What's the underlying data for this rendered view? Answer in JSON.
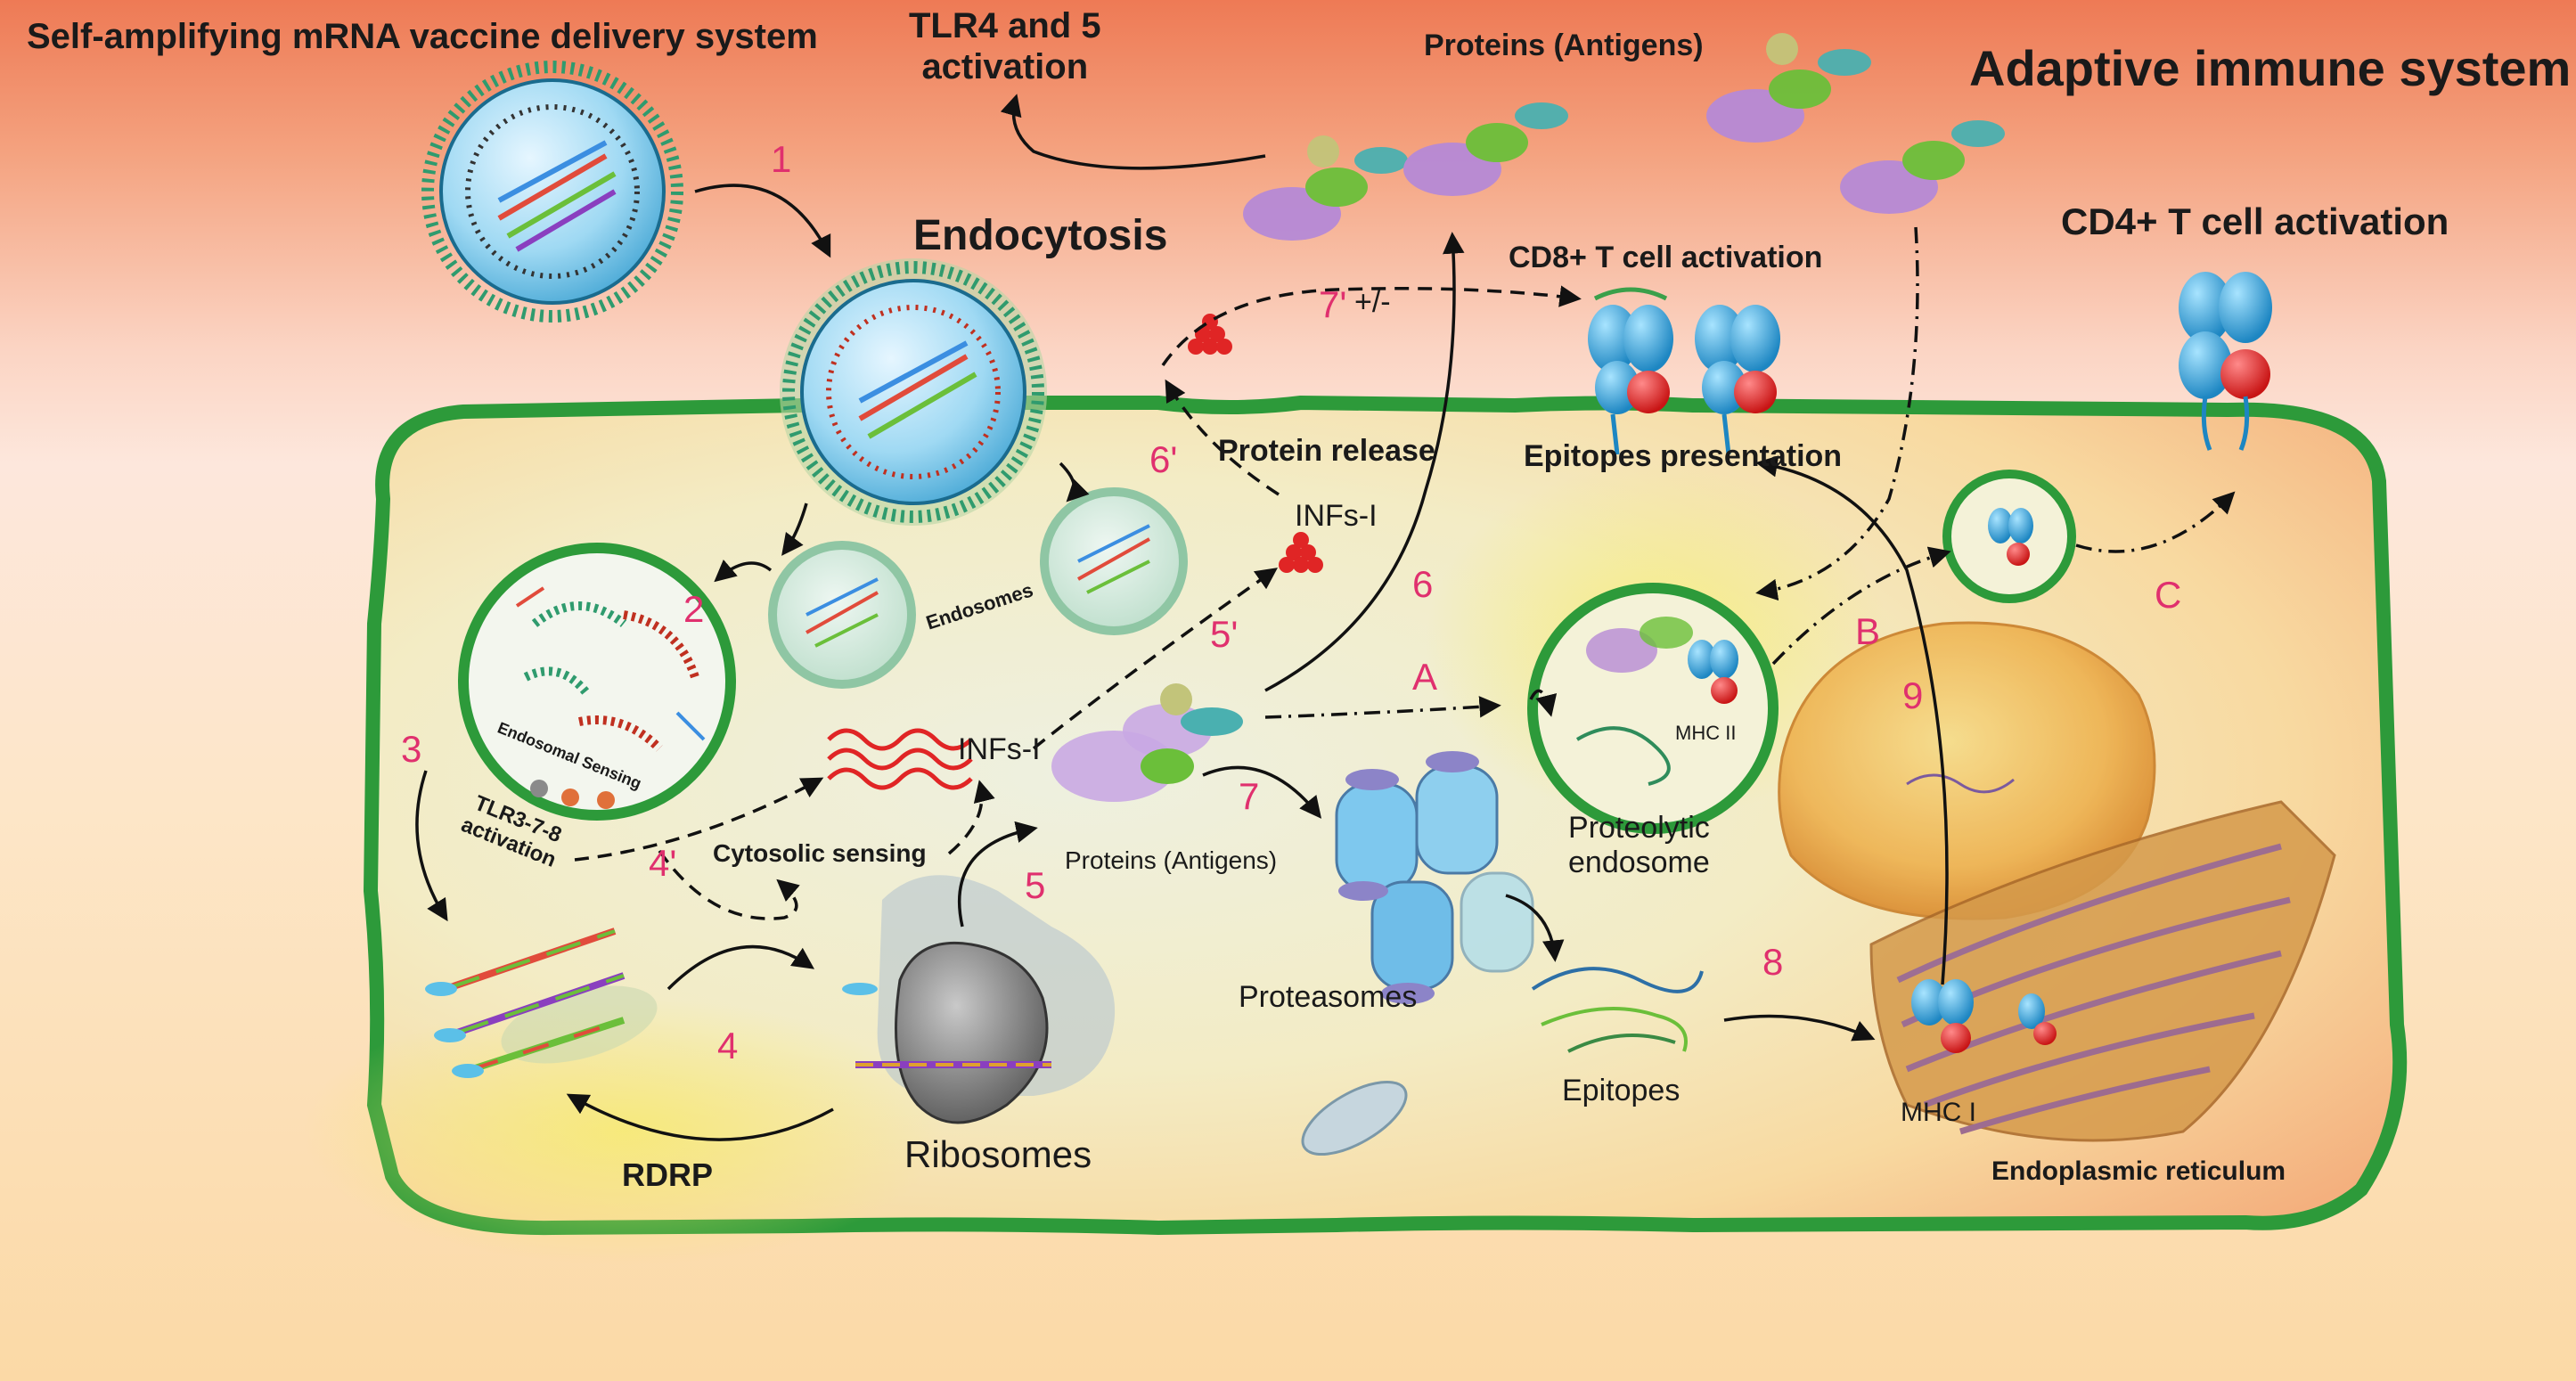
{
  "titles": {
    "system": "Self-amplifying  mRNA vaccine delivery system",
    "tlr45": "TLR4 and 5\nactivation",
    "proteins_top": "Proteins (Antigens)",
    "adaptive": "Adaptive immune system",
    "endocytosis": "Endocytosis",
    "cd8": "CD8+ T cell activation",
    "cd4": "CD4+ T cell activation"
  },
  "labels": {
    "protein_release": "Protein release",
    "epitopes_presentation": "Epitopes presentation",
    "infs_i_upper": "INFs-I",
    "infs_i_lower": "INFs-I",
    "endosomes": "Endosomes",
    "endosomal_sensing": "Endosomal Sensing",
    "tlr378": "TLR3-7-8\nactivation",
    "cytosolic_sensing": "Cytosolic sensing",
    "proteins_inner": "Proteins (Antigens)",
    "proteasomes": "Proteasomes",
    "epitopes": "Epitopes",
    "ribosomes": "Ribosomes",
    "rdrp": "RDRP",
    "proteolytic_endosome": "Proteolytic\nendosome",
    "mhc_ii": "MHC II",
    "mhc_i": "MHC I",
    "endoplasmic_reticulum": "Endoplasmic reticulum",
    "plus_minus": "+/-"
  },
  "steps": {
    "s1": "1",
    "s2": "2",
    "s3": "3",
    "s4": "4",
    "s4p": "4'",
    "s5": "5",
    "s5p": "5'",
    "s6": "6",
    "s6p": "6'",
    "s7": "7",
    "s7p": "7'",
    "s8": "8",
    "s9": "9",
    "sA": "A",
    "sB": "B",
    "sC": "C"
  },
  "colors": {
    "step_number": "#e0306e",
    "membrane": "#2d9a3a",
    "mhc_blue": "#3ab0e0",
    "mhc_red": "#e03030"
  }
}
